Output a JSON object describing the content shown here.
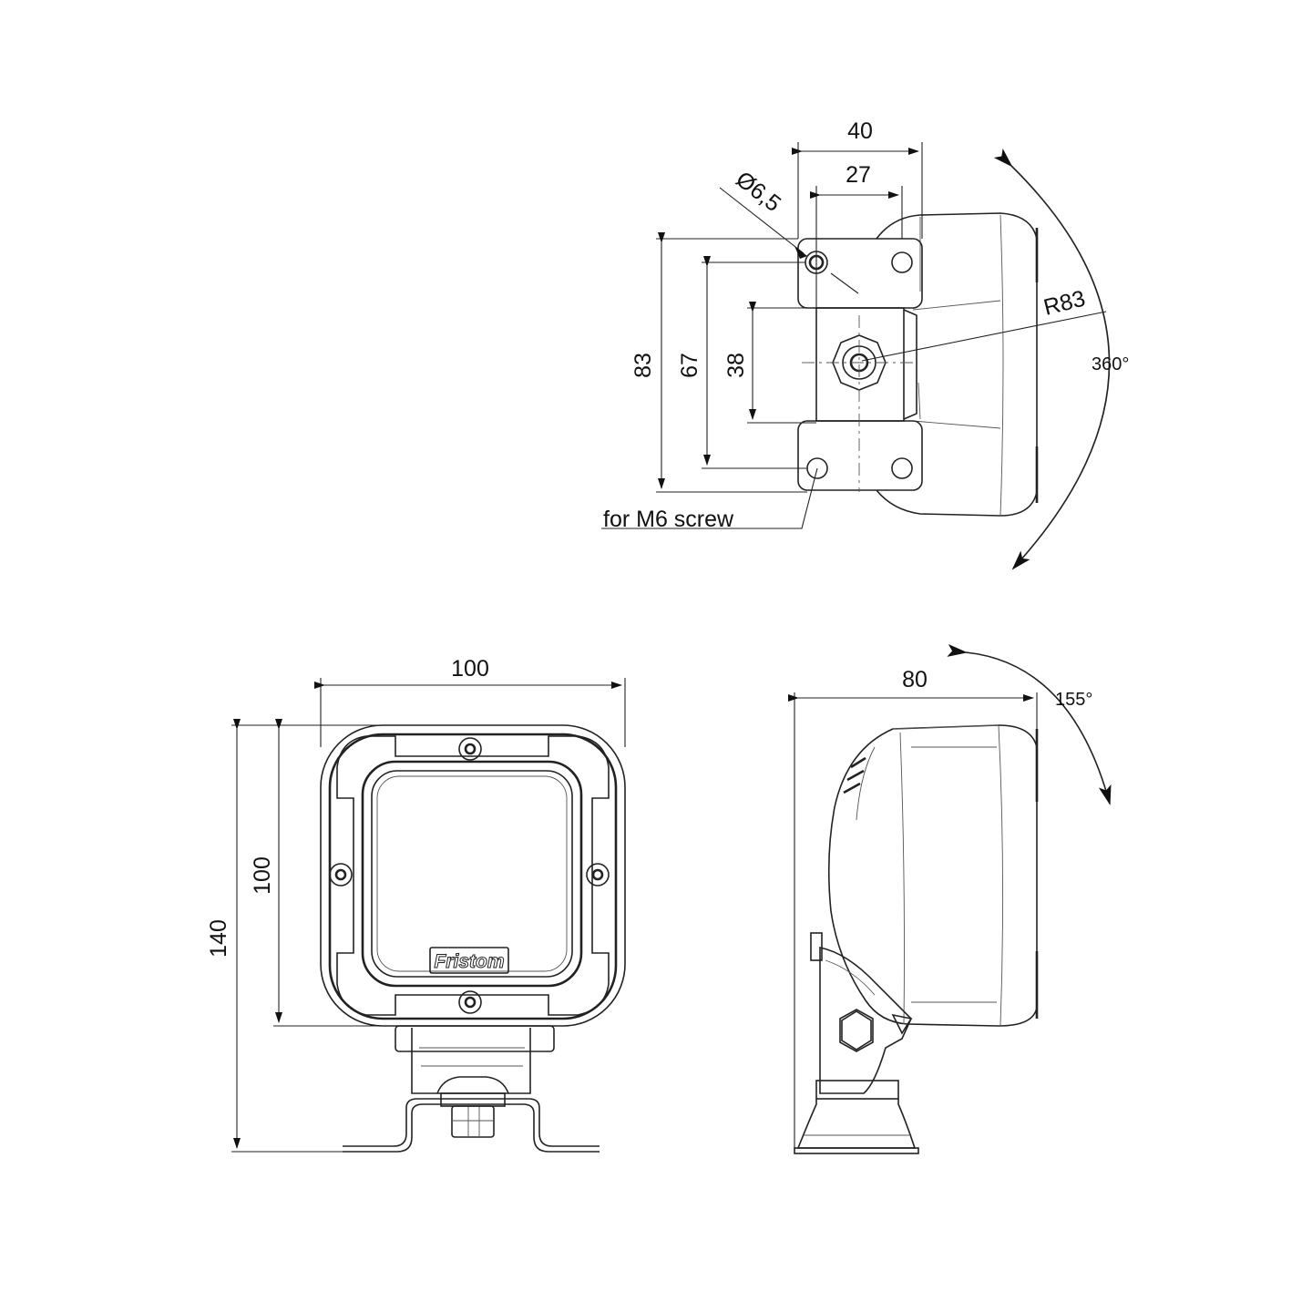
{
  "top_view": {
    "dim_width_outer": "40",
    "dim_width_inner": "27",
    "dim_hole": "Ø6,5",
    "dim_height_outer": "83",
    "dim_height_mid": "67",
    "dim_height_inner": "38",
    "dim_radius": "R83",
    "dim_rotation": "360°",
    "note_screw": "for M6 screw"
  },
  "front_view": {
    "dim_width": "100",
    "dim_height_lamp": "100",
    "dim_height_total": "140",
    "brand": "Fristom"
  },
  "side_view": {
    "dim_depth": "80",
    "dim_tilt": "155°"
  }
}
